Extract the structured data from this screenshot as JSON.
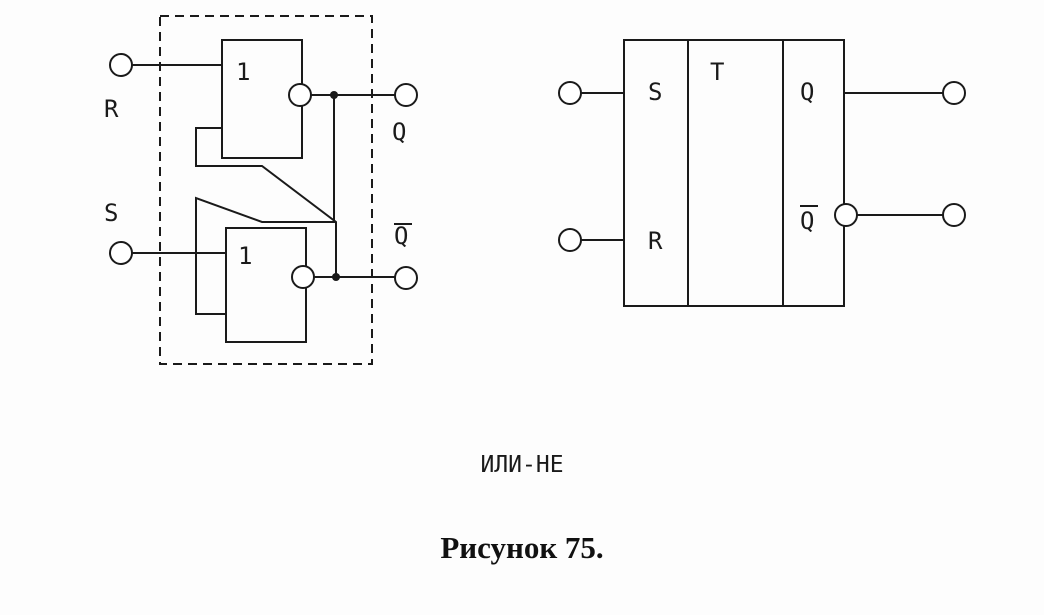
{
  "left_circuit": {
    "gate_top_label": "1",
    "gate_bottom_label": "1",
    "input_r_label": "R",
    "input_s_label": "S",
    "output_q_label": "Q",
    "output_qbar_label": "Q"
  },
  "right_symbol": {
    "input_s_label": "S",
    "input_r_label": "R",
    "type_label": "T",
    "output_q_label": "Q",
    "output_qbar_label": "Q"
  },
  "caption": {
    "gate_type": "ИЛИ-НЕ",
    "figure_title": "Рисунок 75."
  }
}
